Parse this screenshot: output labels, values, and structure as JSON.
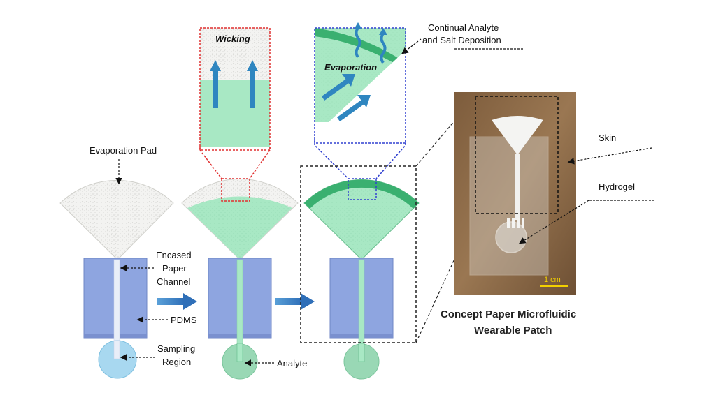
{
  "labels": {
    "evaporation_pad": "Evaporation Pad",
    "encased_line1": "Encased",
    "encased_line2": "Paper",
    "encased_line3": "Channel",
    "pdms": "PDMS",
    "sampling_line1": "Sampling",
    "sampling_line2": "Region",
    "analyte": "Analyte",
    "wicking": "Wicking",
    "evaporation": "Evaporation",
    "continual_line1": "Continual Analyte",
    "continual_line2": "and Salt Deposition",
    "skin": "Skin",
    "hydrogel": "Hydrogel",
    "scale": "1 cm",
    "caption_line1": "Concept Paper Microfluidic",
    "caption_line2": "Wearable Patch"
  },
  "colors": {
    "pdms_blue": "#8ea5e0",
    "fluid_green": "#a8e8c4",
    "deposit_green": "#3ab070",
    "sampling_blue": "#a8d8f0",
    "arrow_blue": "#2f86c0",
    "wicking_box": "#e03030",
    "evap_box": "#3040d0",
    "photo_bg": "#8a6a48"
  }
}
